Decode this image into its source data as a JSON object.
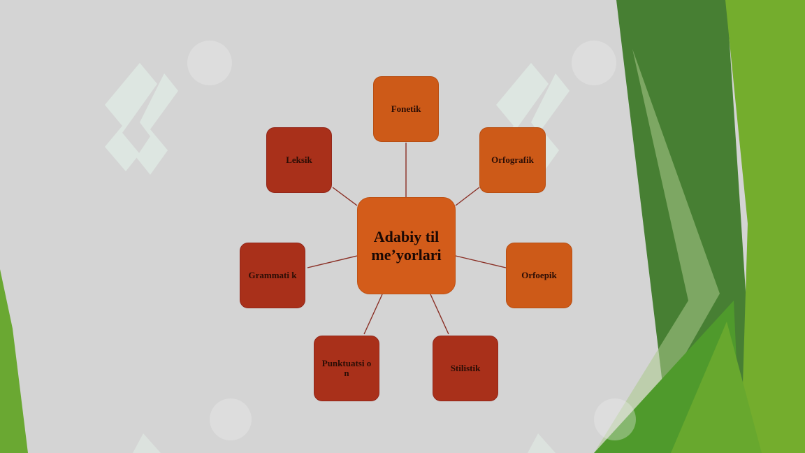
{
  "diagram": {
    "center_label": "Adabiy til me’yorlari",
    "nodes": {
      "fonetik": "Fonetik",
      "orfografik": "Orfografik",
      "orfoepik": "Orfoepik",
      "stilistik": "Stilistik",
      "punktuatsion": "Punktuatsi on",
      "grammatik": "Grammati k",
      "leksik": "Leksik"
    }
  },
  "colors": {
    "background": "#d4d4d4",
    "center_fill": "#d35c1a",
    "orange_node": "#cd5a18",
    "red_node": "#a9301a",
    "connector": "#8a2f25",
    "green_dark": "#3f7a2a",
    "green_light": "#7ab22e"
  }
}
